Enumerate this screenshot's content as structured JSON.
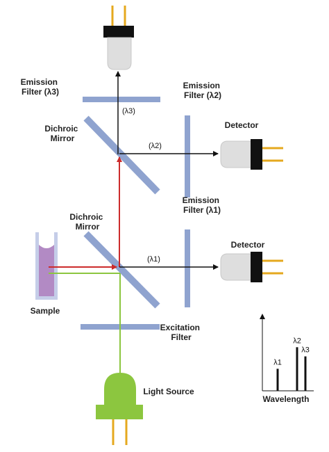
{
  "labels": {
    "emission_filter_3": [
      "Emission",
      "Filter (λ3)"
    ],
    "emission_filter_2": [
      "Emission",
      "Filter (λ2)"
    ],
    "emission_filter_1": [
      "Emission",
      "Filter (λ1)"
    ],
    "dichroic_mirror_top": [
      "Dichroic",
      "Mirror"
    ],
    "dichroic_mirror_bottom": [
      "Dichroic",
      "Mirror"
    ],
    "detector_top": "Detector",
    "detector_middle": "Detector",
    "sample": "Sample",
    "excitation_filter": [
      "Excitation",
      "Filter"
    ],
    "light_source": "Light Source",
    "wavelength_axis": "Wavelength"
  },
  "beams": {
    "lambda3": "(λ3)",
    "lambda2": "(λ2)",
    "lambda1": "(λ1)"
  },
  "spectrum": {
    "peaks": [
      {
        "label": "λ1",
        "relative_height": 0.48
      },
      {
        "label": "λ2",
        "relative_height": 0.95
      },
      {
        "label": "λ3",
        "relative_height": 0.75
      }
    ]
  },
  "colors": {
    "filter": "#8fa3cf",
    "excitation_light": "#8cc63f",
    "fluorescence": "#cc2b2b",
    "sample_fluid": "#b28ac4",
    "detector_body": "#dedede",
    "connector": "#111111",
    "pins": "#e5a81e",
    "arrow": "#111111"
  }
}
